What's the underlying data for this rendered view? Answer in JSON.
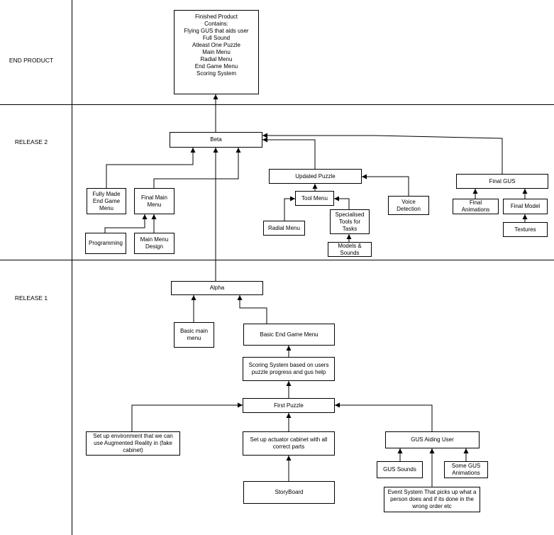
{
  "lanes": {
    "end_product": "END PRODUCT",
    "release2": "RELEASE 2",
    "release1": "RELEASE 1"
  },
  "nodes": {
    "finished_product": "Finished Product\nContains:\nFlying GUS that aids user\nFull Sound\nAtleast One Puzzle\nMain Menu\nRadial Menu\nEnd Game Menu\nScoring System",
    "beta": "Beta",
    "fully_made_end_game_menu": "Fully Made\nEnd Game\nMenu",
    "final_main_menu": "Final Main\nMenu",
    "programming": "Programming",
    "main_menu_design": "Main Menu\nDesign",
    "updated_puzzle": "Updated Puzzle",
    "tool_menu": "Tool Menu",
    "radial_menu": "Radial Menu",
    "specialised_tools": "Specialised\nTools for\nTasks",
    "models_sounds": "Models &\nSounds",
    "voice_detection": "Voice\nDetection",
    "final_gus": "Final GUS",
    "final_animations": "Final\nAnimations",
    "final_model": "Final Model",
    "textures": "Textures",
    "alpha": "Alpha",
    "basic_main_menu": "Basic main\nmenu",
    "basic_end_game_menu": "Basic End Game Menu",
    "scoring_system": "Scoring System based on users\npuzzle progress and gus help",
    "first_puzzle": "First Puzzle",
    "set_up_environment": "Set up environment that we can\nuse Augmented Reality in (fake\ncabinet)",
    "set_up_actuator": "Set up actuator cabinet with all\ncorrect parts",
    "gus_aiding_user": "GUS Aiding User",
    "gus_sounds": "GUS Sounds",
    "some_gus_animations": "Some GUS\nAnimations",
    "storyboard": "StoryBoard",
    "event_system": "Event System That picks up what a\nperson does and if its done in the\nwrong order etc"
  }
}
